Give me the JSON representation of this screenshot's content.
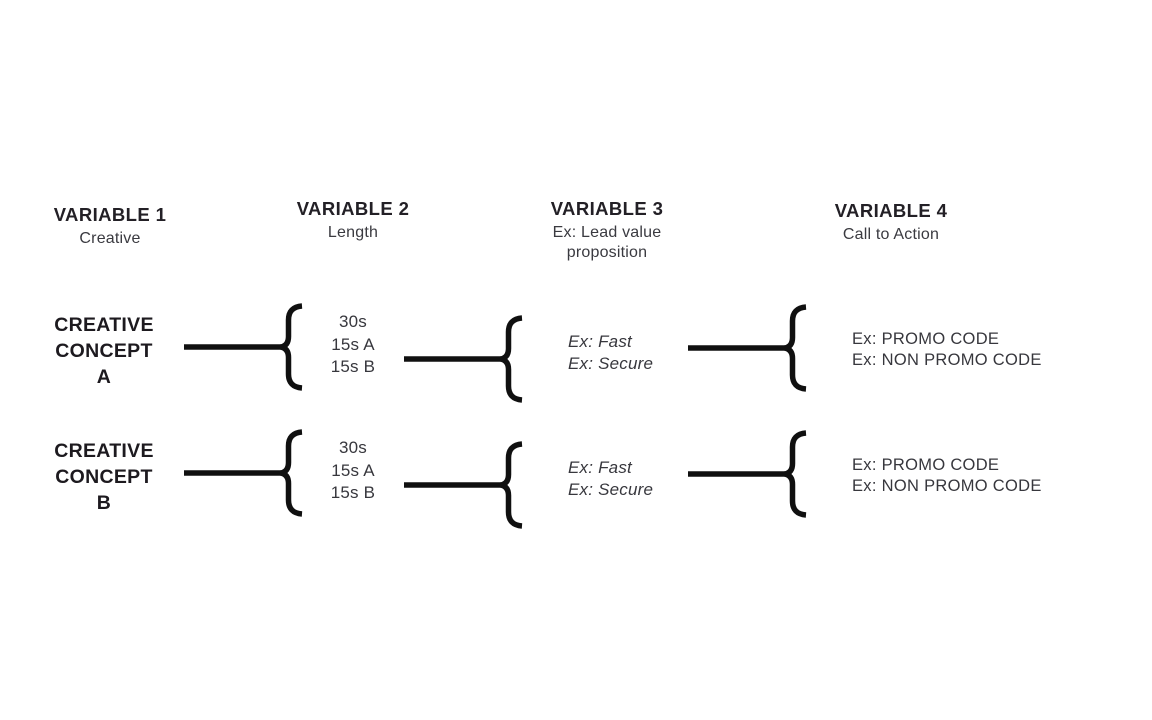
{
  "diagram": {
    "columns": [
      {
        "title": "VARIABLE 1",
        "subtitle": "Creative"
      },
      {
        "title": "VARIABLE 2",
        "subtitle": "Length"
      },
      {
        "title": "VARIABLE 3",
        "subtitle": "Ex: Lead value proposition"
      },
      {
        "title": "VARIABLE 4",
        "subtitle": "Call to Action"
      }
    ],
    "rows": [
      {
        "concept": "CREATIVE CONCEPT A",
        "lengths": [
          "30s",
          "15s A",
          "15s B"
        ],
        "value_props": [
          "Ex: Fast",
          "Ex: Secure"
        ],
        "ctas": [
          "Ex: PROMO CODE",
          "Ex: NON PROMO CODE"
        ]
      },
      {
        "concept": "CREATIVE CONCEPT B",
        "lengths": [
          "30s",
          "15s A",
          "15s B"
        ],
        "value_props": [
          "Ex: Fast",
          "Ex: Secure"
        ],
        "ctas": [
          "Ex: PROMO CODE",
          "Ex: NON PROMO CODE"
        ]
      }
    ],
    "colors": {
      "heading": "#232026",
      "body": "#37373d",
      "connector": "#101010",
      "background": "#ffffff"
    }
  }
}
